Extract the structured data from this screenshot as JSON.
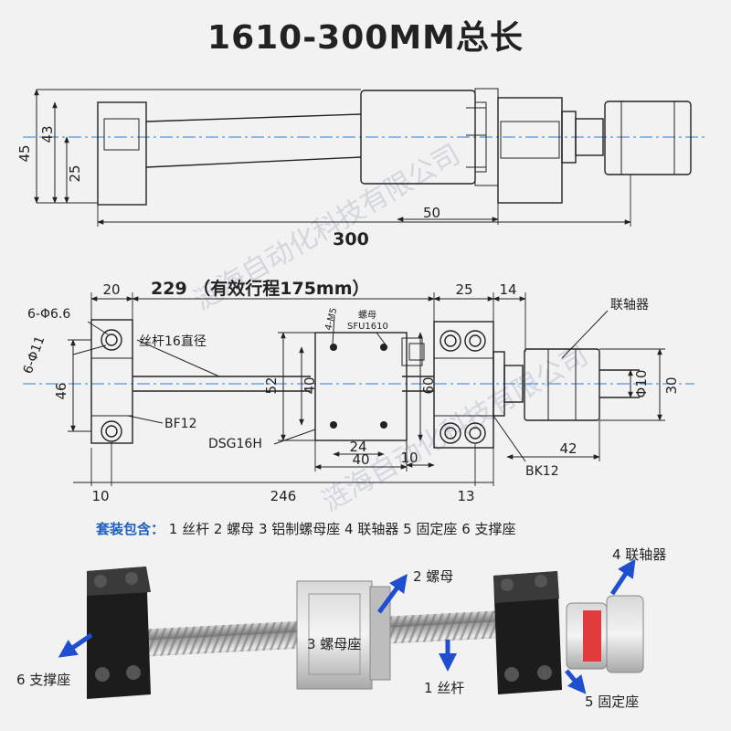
{
  "title": "1610-300MM总长",
  "watermark": "涟海自动化科技有限公司",
  "top_view": {
    "dim_45": "45",
    "dim_43": "43",
    "dim_25": "25",
    "dim_50": "50",
    "dim_300": "300"
  },
  "front_view": {
    "dim_20": "20",
    "dim_229": "229  （有效行程175mm）",
    "dim_25": "25",
    "dim_14": "14",
    "hole_66": "6-Φ6.6",
    "hole_11": "6-Φ11",
    "dim_46": "46",
    "screw_label": "丝杆16直径",
    "m5_label": "4-M5",
    "nut_label": "螺母",
    "nut_model": "SFU1610",
    "coupler_label": "联轴器",
    "dim_52": "52",
    "dim_40v": "40",
    "dim_60": "60",
    "dim_phi10": "Φ10",
    "dim_30": "30",
    "bf12": "BF12",
    "dsg": "DSG16H",
    "dim_24": "24",
    "dim_40h": "40",
    "dim_10r": "10",
    "dim_42": "42",
    "bk12": "BK12",
    "dim_10": "10",
    "dim_246": "246",
    "dim_13": "13"
  },
  "kit": {
    "heading": "套装包含：",
    "items": "1 丝杆  2 螺母  3 铝制螺母座  4 联轴器  5 固定座  6 支撑座"
  },
  "photo_labels": {
    "l2": "2 螺母",
    "l4": "4 联轴器",
    "l3": "3 螺母座",
    "l6": "6 支撑座",
    "l1": "1 丝杆",
    "l5": "5 固定座"
  },
  "colors": {
    "centerline": "#2f7fd8",
    "arrow": "#1f4fd0",
    "kit_heading": "#1f5fbf",
    "block": "#1c1c1c"
  }
}
